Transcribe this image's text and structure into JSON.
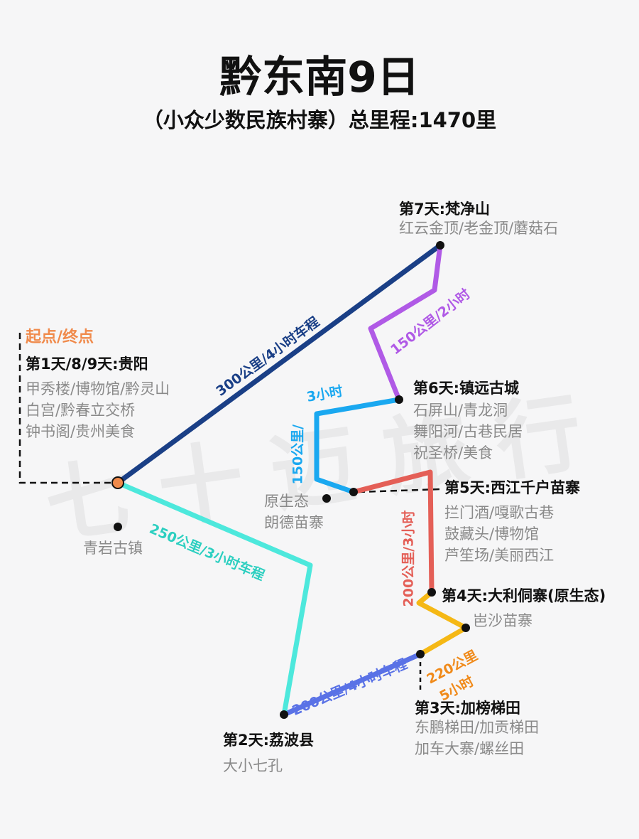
{
  "title": "黔东南9日",
  "subtitle": "（小众少数民族村寨）总里程:1470里",
  "watermark": "七十迈旅行",
  "start_label": "起点/终点",
  "stops": [
    {
      "day": "第1天/8/9天:贵阳",
      "sights": [
        "甲秀楼/博物馆/黔灵山",
        "白宫/黔春立交桥",
        "钟书阁/贵州美食"
      ]
    },
    {
      "day": "第2天:荔波县",
      "sights": [
        "大小七孔"
      ]
    },
    {
      "day": "第3天:加榜梯田",
      "sights": [
        "东鹏梯田/加贡梯田",
        "加车大寨/螺丝田"
      ]
    },
    {
      "day": "第4天:大利侗寨(原生态)",
      "sights": []
    },
    {
      "day": "第5天:西江千户苗寨",
      "sights": [
        "拦门酒/嘎歌古巷",
        "鼓藏头/博物馆",
        "芦笙场/美丽西江"
      ]
    },
    {
      "day": "第6天:镇远古城",
      "sights": [
        "石屏山/青龙洞",
        "舞阳河/古巷民居",
        "祝圣桥/美食"
      ]
    },
    {
      "day": "第7天:梵净山",
      "sights": [
        "红云金顶/老金顶/蘑菇石"
      ]
    }
  ],
  "side_places": [
    "青岩古镇",
    "原生态",
    "朗德苗寨",
    "岜沙苗寨"
  ],
  "segments": [
    {
      "label": "300公里/4小时车程",
      "color": "#1a3f86"
    },
    {
      "label": "150公里/2小时",
      "color": "#b05ae6"
    },
    {
      "label": "150公里/",
      "label2": "3小时",
      "color": "#1aa8f0"
    },
    {
      "label": "200公里/3小时",
      "color": "#e45f57"
    },
    {
      "label": "220公里",
      "label2": "5小时",
      "color": "#f5b815",
      "text_color": "#f08a1a"
    },
    {
      "label": "200公里/4小时车程",
      "color": "#5a72e6"
    },
    {
      "label": "250公里/3小时车程",
      "color": "#4de8dc",
      "text_color": "#2ccfc0"
    }
  ]
}
